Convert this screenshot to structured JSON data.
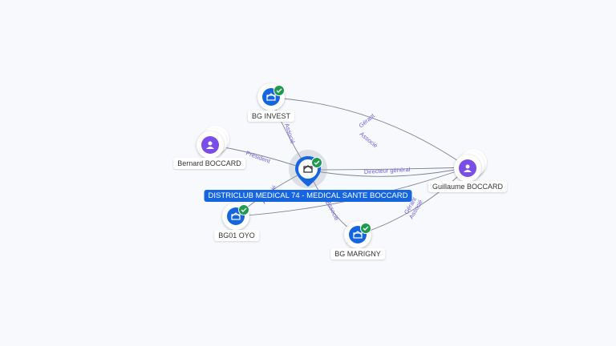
{
  "main_node": {
    "label": "DISTRICLUB MEDICAL 74 - MEDICAL SANTE BOCCARD",
    "icon": "building-icon",
    "verified": true
  },
  "nodes": [
    {
      "id": "bg-invest",
      "label": "BG INVEST",
      "type": "company",
      "verified": true
    },
    {
      "id": "bernard",
      "label": "Bernard BOCCARD",
      "type": "person"
    },
    {
      "id": "guillaume",
      "label": "Guillaume BOCCARD",
      "type": "person"
    },
    {
      "id": "bg01",
      "label": "BG01 OYO",
      "type": "company",
      "verified": true
    },
    {
      "id": "bg-marigny",
      "label": "BG MARIGNY",
      "type": "company",
      "verified": true
    }
  ],
  "edges": [
    {
      "label": "Associé"
    },
    {
      "label": "Président"
    },
    {
      "label": "Gérant"
    },
    {
      "label": "Associé"
    },
    {
      "label": "Directeur général"
    },
    {
      "label": "Associé"
    },
    {
      "label": "Associé"
    },
    {
      "label": "Gérant"
    },
    {
      "label": "Associé"
    }
  ],
  "colors": {
    "company": "#1565e0",
    "person": "#7b4de8",
    "verified": "#1e9b4f",
    "edge_label": "#6b5fe0"
  }
}
